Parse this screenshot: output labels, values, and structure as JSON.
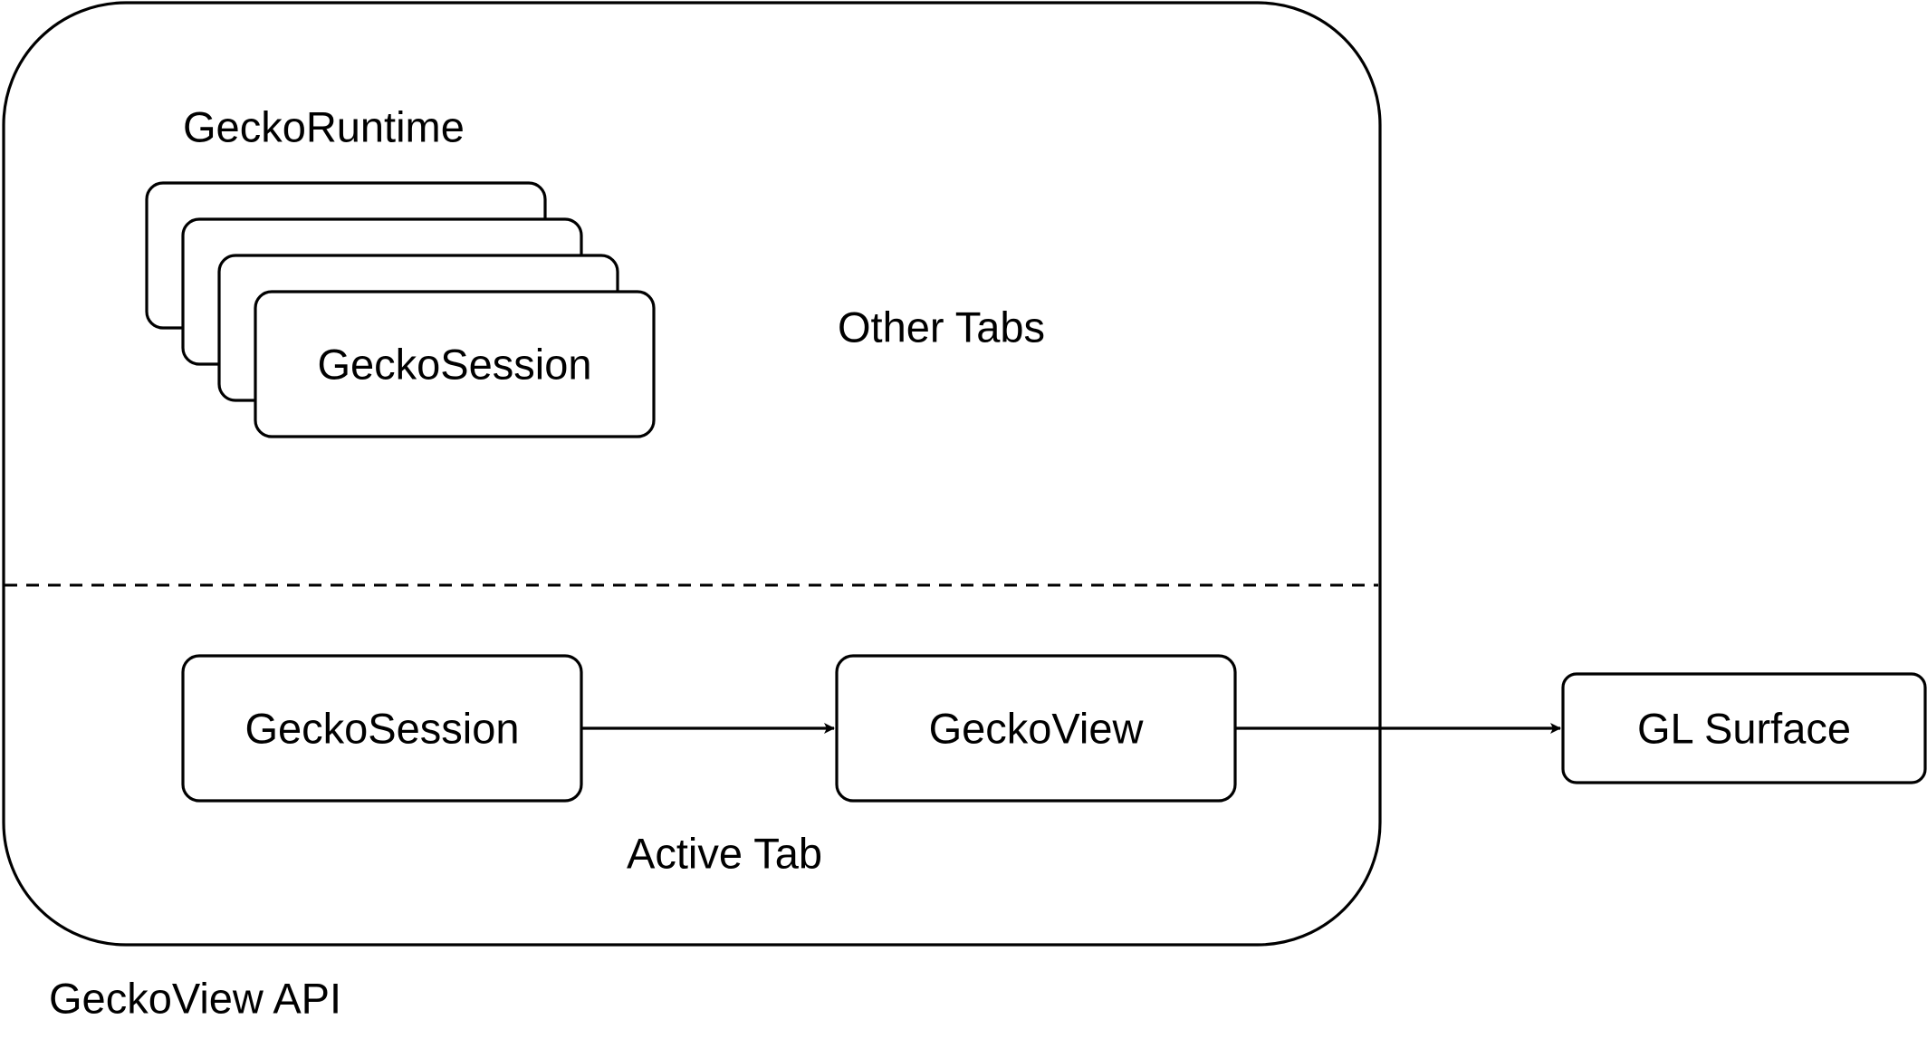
{
  "diagram": {
    "container_label": "GeckoView API",
    "runtime_label": "GeckoRuntime",
    "other_tabs_label": "Other Tabs",
    "active_tab_label": "Active Tab",
    "stacked_session_label": "GeckoSession",
    "active_session_label": "GeckoSession",
    "view_label": "GeckoView",
    "surface_label": "GL Surface",
    "edges": [
      {
        "from": "GeckoSession",
        "to": "GeckoView"
      },
      {
        "from": "GeckoView",
        "to": "GL Surface"
      }
    ]
  }
}
